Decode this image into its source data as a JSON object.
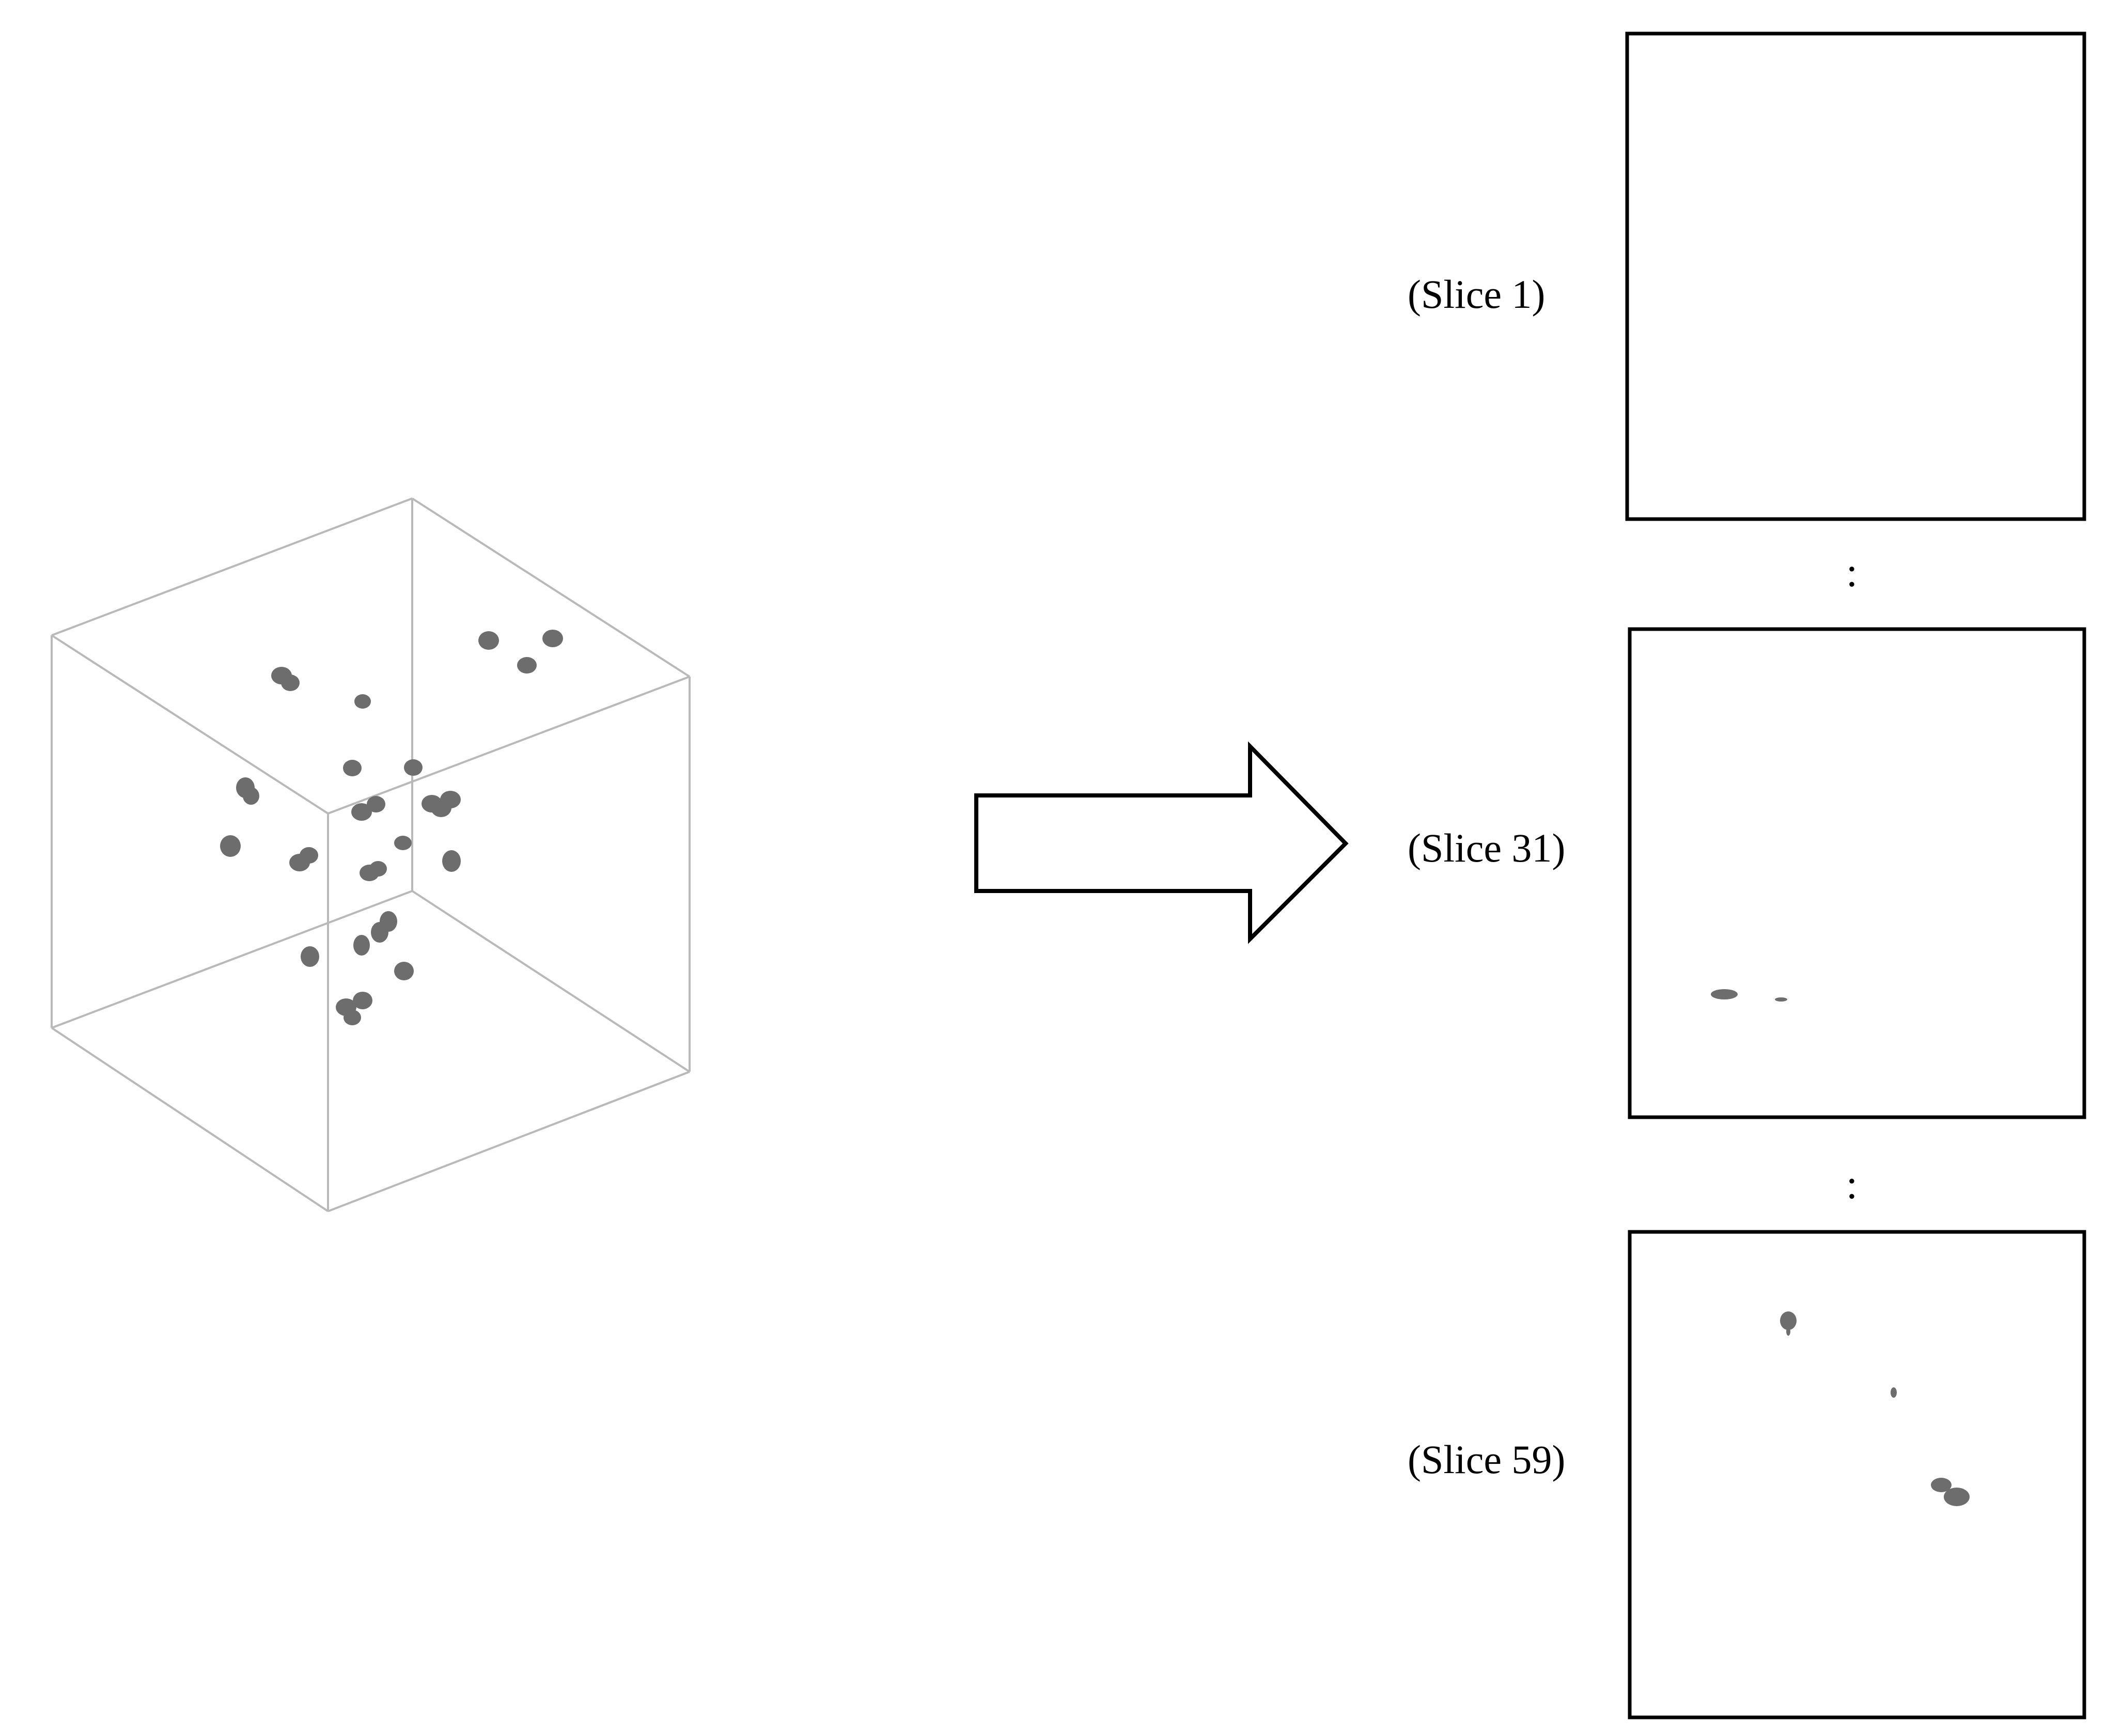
{
  "slices": [
    {
      "label": "(Slice 1)"
    },
    {
      "label": "(Slice 31)"
    },
    {
      "label": "(Slice 59)"
    }
  ],
  "separators": [
    ":",
    ":"
  ],
  "colors": {
    "particle": "#6d6d6d",
    "cube_edge": "#b9b9b9",
    "frame": "#000000",
    "background": "#ffffff"
  }
}
